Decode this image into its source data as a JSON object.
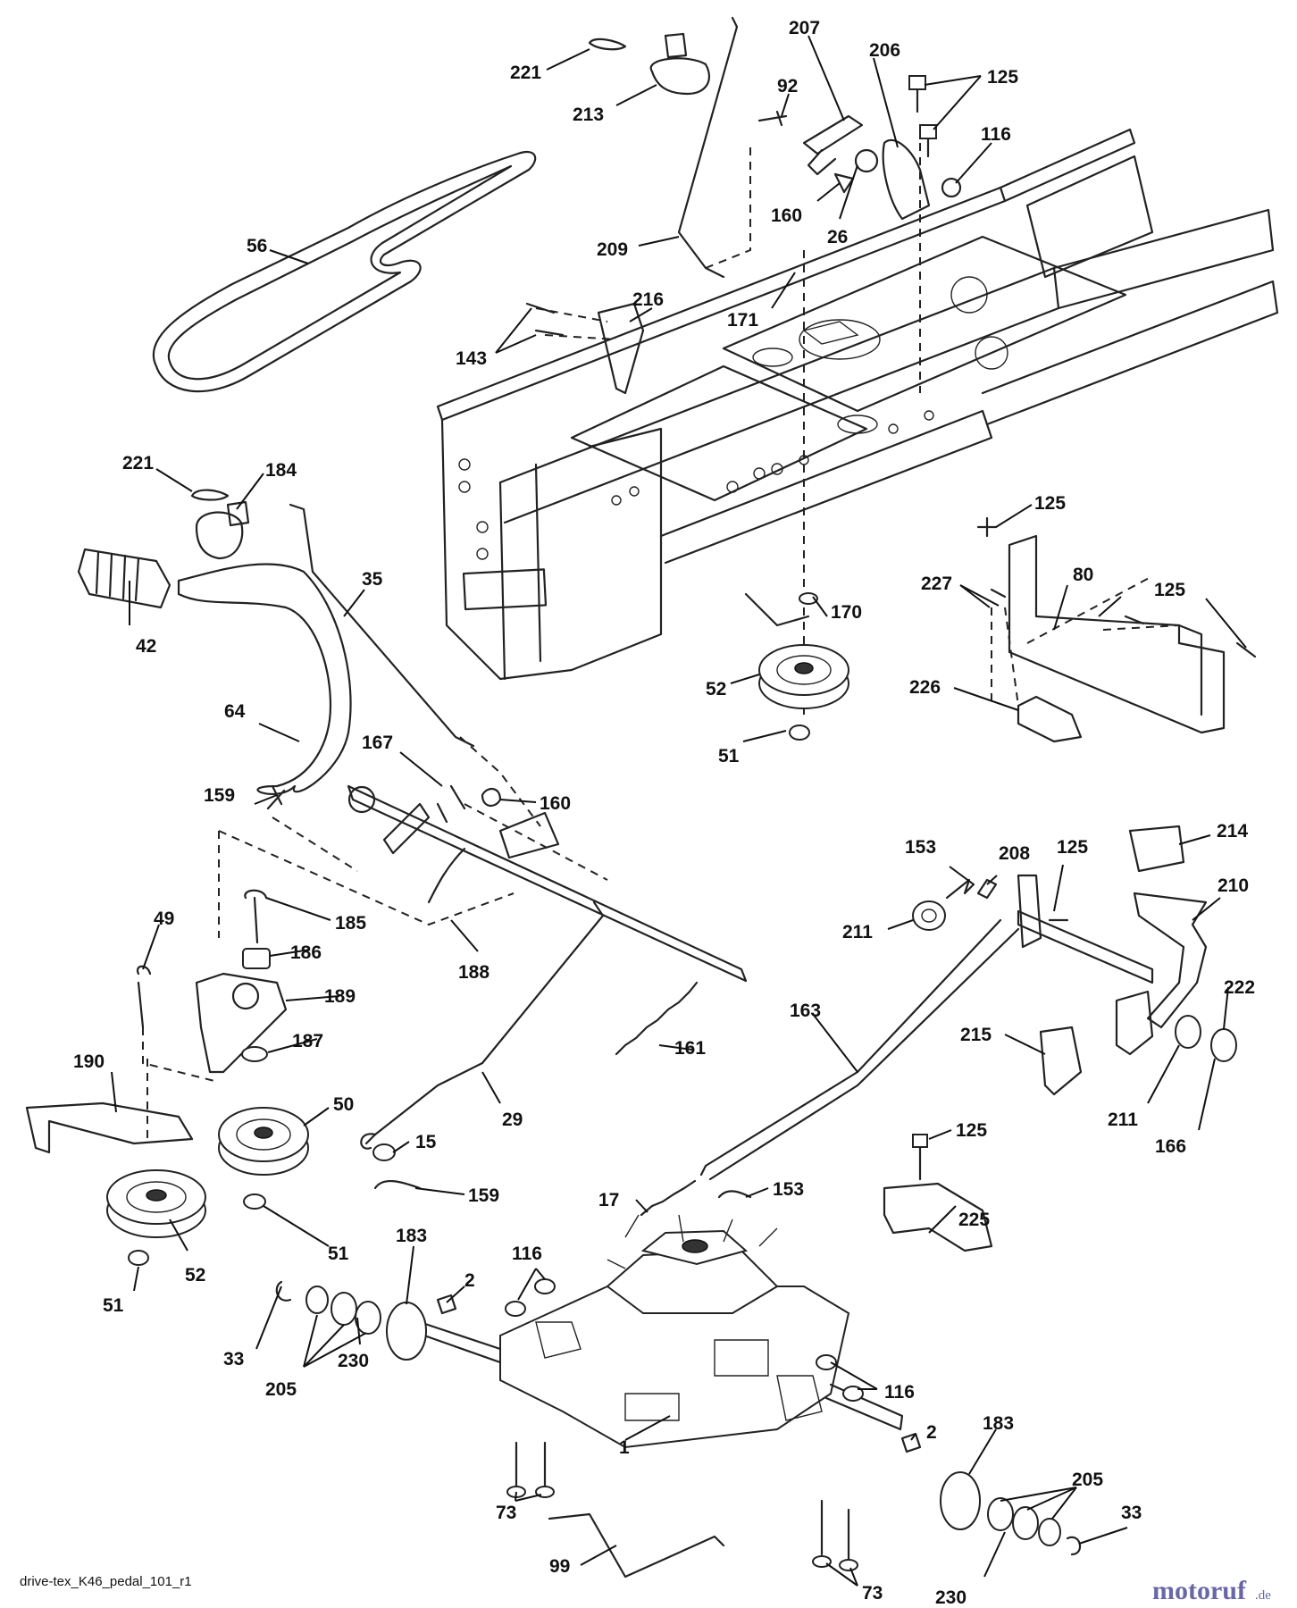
{
  "diagram_ref": "drive-tex_K46_pedal_101_r1",
  "watermark": {
    "name": "motoruf",
    "tld": ".de",
    "color": "#6a67a8"
  },
  "parts": [
    {
      "id": "p221a",
      "num": "221"
    },
    {
      "id": "p213",
      "num": "213"
    },
    {
      "id": "p207",
      "num": "207"
    },
    {
      "id": "p92",
      "num": "92"
    },
    {
      "id": "p206",
      "num": "206"
    },
    {
      "id": "p125a",
      "num": "125"
    },
    {
      "id": "p116a",
      "num": "116"
    },
    {
      "id": "p160a",
      "num": "160"
    },
    {
      "id": "p26",
      "num": "26"
    },
    {
      "id": "p209",
      "num": "209"
    },
    {
      "id": "p56",
      "num": "56"
    },
    {
      "id": "p171",
      "num": "171"
    },
    {
      "id": "p216",
      "num": "216"
    },
    {
      "id": "p143",
      "num": "143"
    },
    {
      "id": "p221b",
      "num": "221"
    },
    {
      "id": "p184",
      "num": "184"
    },
    {
      "id": "p35",
      "num": "35"
    },
    {
      "id": "p42",
      "num": "42"
    },
    {
      "id": "p125b",
      "num": "125"
    },
    {
      "id": "p80",
      "num": "80"
    },
    {
      "id": "p227",
      "num": "227"
    },
    {
      "id": "p125c",
      "num": "125"
    },
    {
      "id": "p170",
      "num": "170"
    },
    {
      "id": "p52a",
      "num": "52"
    },
    {
      "id": "p226",
      "num": "226"
    },
    {
      "id": "p51a",
      "num": "51"
    },
    {
      "id": "p64",
      "num": "64"
    },
    {
      "id": "p167",
      "num": "167"
    },
    {
      "id": "p160b",
      "num": "160"
    },
    {
      "id": "p159a",
      "num": "159"
    },
    {
      "id": "p214",
      "num": "214"
    },
    {
      "id": "p153a",
      "num": "153"
    },
    {
      "id": "p208",
      "num": "208"
    },
    {
      "id": "p125d",
      "num": "125"
    },
    {
      "id": "p210",
      "num": "210"
    },
    {
      "id": "p211a",
      "num": "211"
    },
    {
      "id": "p49",
      "num": "49"
    },
    {
      "id": "p185",
      "num": "185"
    },
    {
      "id": "p186",
      "num": "186"
    },
    {
      "id": "p188",
      "num": "188"
    },
    {
      "id": "p189",
      "num": "189"
    },
    {
      "id": "p163",
      "num": "163"
    },
    {
      "id": "p222",
      "num": "222"
    },
    {
      "id": "p187",
      "num": "187"
    },
    {
      "id": "p161",
      "num": "161"
    },
    {
      "id": "p215",
      "num": "215"
    },
    {
      "id": "p190",
      "num": "190"
    },
    {
      "id": "p50",
      "num": "50"
    },
    {
      "id": "p29",
      "num": "29"
    },
    {
      "id": "p211b",
      "num": "211"
    },
    {
      "id": "p166",
      "num": "166"
    },
    {
      "id": "p15",
      "num": "15"
    },
    {
      "id": "p125e",
      "num": "125"
    },
    {
      "id": "p159b",
      "num": "159"
    },
    {
      "id": "p17",
      "num": "17"
    },
    {
      "id": "p153b",
      "num": "153"
    },
    {
      "id": "p51b",
      "num": "51"
    },
    {
      "id": "p183a",
      "num": "183"
    },
    {
      "id": "p116b",
      "num": "116"
    },
    {
      "id": "p52b",
      "num": "52"
    },
    {
      "id": "p51c",
      "num": "51"
    },
    {
      "id": "p2a",
      "num": "2"
    },
    {
      "id": "p225",
      "num": "225"
    },
    {
      "id": "p33a",
      "num": "33"
    },
    {
      "id": "p230a",
      "num": "230"
    },
    {
      "id": "p205a",
      "num": "205"
    },
    {
      "id": "p116c",
      "num": "116"
    },
    {
      "id": "p2b",
      "num": "2"
    },
    {
      "id": "p183b",
      "num": "183"
    },
    {
      "id": "p1",
      "num": "1"
    },
    {
      "id": "p205b",
      "num": "205"
    },
    {
      "id": "p73a",
      "num": "73"
    },
    {
      "id": "p33b",
      "num": "33"
    },
    {
      "id": "p99",
      "num": "99"
    },
    {
      "id": "p73b",
      "num": "73"
    },
    {
      "id": "p230b",
      "num": "230"
    }
  ]
}
